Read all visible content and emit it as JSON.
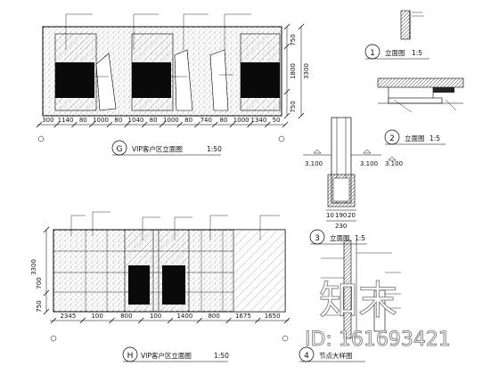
{
  "drawing_g": {
    "title": "VIP客户区立面图",
    "scale": "1:50",
    "dims_bottom": [
      "300",
      "1140",
      "80",
      "1000",
      "80",
      "1040",
      "80",
      "1000",
      "80",
      "740",
      "80",
      "1000",
      "1340",
      "50"
    ],
    "dims_right": [
      "750",
      "1800",
      "750",
      "3300"
    ]
  },
  "drawing_h": {
    "title": "VIP客户区立面图",
    "scale": "1:50",
    "dims_bottom": [
      "2345",
      "100",
      "800",
      "100",
      "1400",
      "800",
      "1675",
      "1650"
    ],
    "dims_left": [
      "700",
      "750",
      "3300"
    ]
  },
  "detail_1": {
    "number": "1",
    "label": "立面图",
    "scale": "1:5"
  },
  "detail_2": {
    "number": "2",
    "label": "立面图",
    "scale": "1:5",
    "level": "3.100"
  },
  "detail_3": {
    "number": "3",
    "label": "立面图",
    "scale": "1:5",
    "dims": [
      "3.100",
      "3.100",
      "10",
      "190",
      "20",
      "230"
    ]
  },
  "detail_4": {
    "number": "4",
    "label": "节点大样图"
  },
  "watermark": {
    "brand": "知末",
    "id": "ID: 161693421"
  }
}
